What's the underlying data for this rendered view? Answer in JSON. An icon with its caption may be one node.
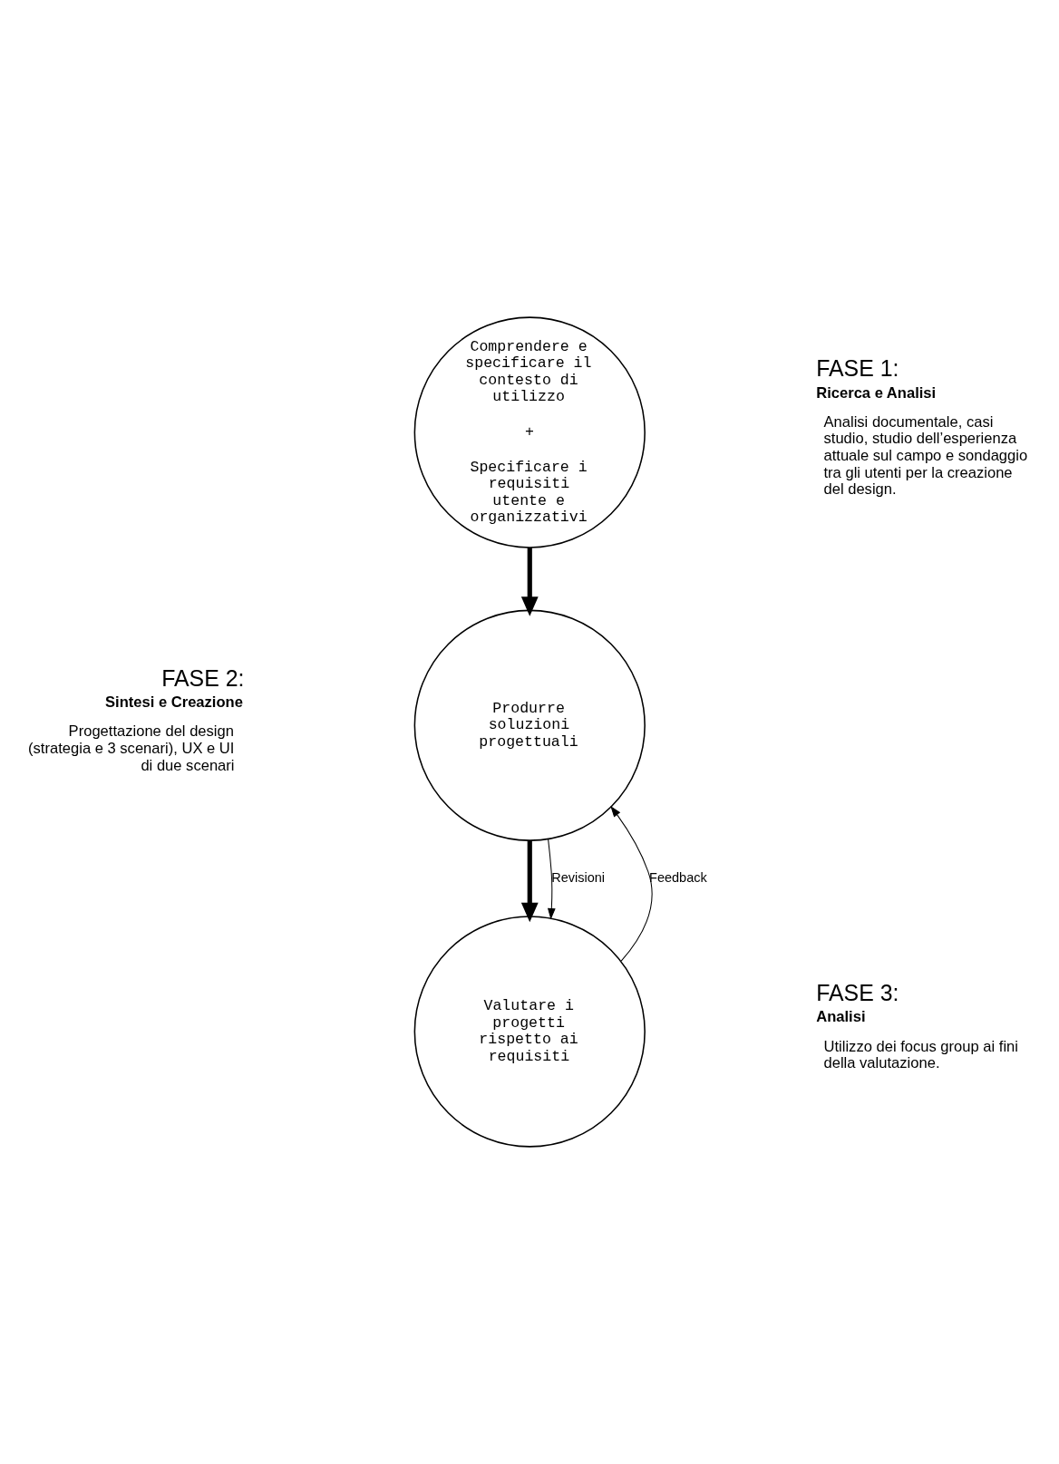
{
  "diagram": {
    "nodes": [
      {
        "text": [
          "Comprendere e specificare il contesto di utilizzo",
          "+",
          "Specificare i requisiti utente e organizzativi"
        ],
        "beside": [
          "FASE 1:",
          "Ricerca e Analisi",
          "Analisi documentale, casi studio, studio dell’esperienza attuale sul campo e sondaggio tra gli utenti per la creazione del design."
        ]
      },
      {
        "text": [
          "Produrre soluzioni progettuali"
        ],
        "beside": [
          "FASE 2:",
          "Sintesi e Creazione",
          "Progettazione del design (strategia e 3 scenari), UX e UI di due scenari"
        ]
      },
      {
        "text": [
          "Valutare i progetti rispetto ai requisiti"
        ],
        "beside": [
          "FASE 3:",
          "Analisi",
          "Utilizzo dei focus group ai fini della valutazione."
        ]
      }
    ],
    "edges": [
      {
        "from": 0,
        "to": 1,
        "arrow": "to",
        "style": "thick"
      },
      {
        "from": 1,
        "to": 2,
        "arrow": "to",
        "style": "thick"
      },
      {
        "from": 2,
        "to": 1,
        "arrow": "to",
        "label": "Feedback"
      },
      {
        "from": 1,
        "to": 2,
        "arrow": "to",
        "label": "Revisioni"
      }
    ]
  }
}
